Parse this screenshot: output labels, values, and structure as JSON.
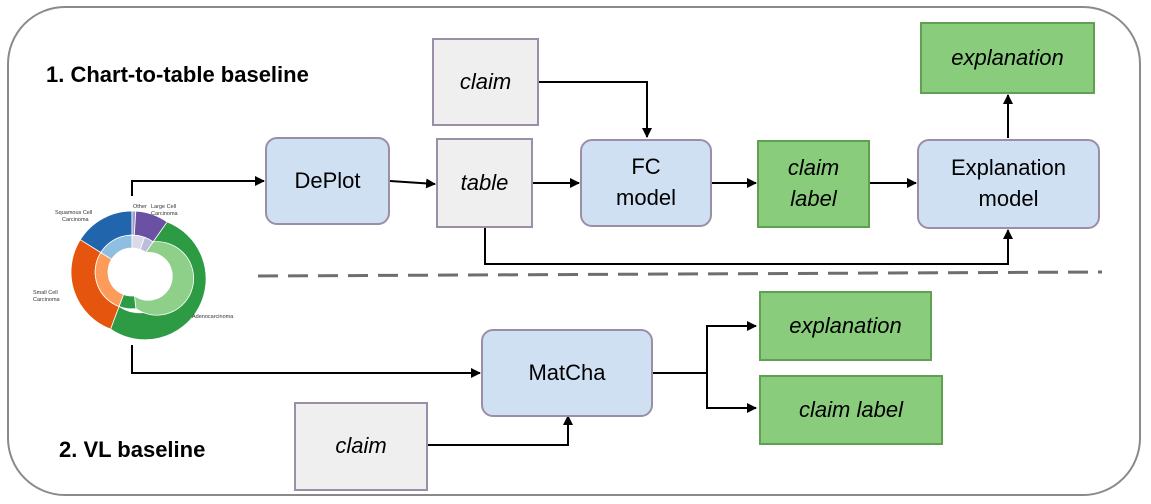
{
  "headings": {
    "chart_to_table": "1. Chart-to-table baseline",
    "vl": "2. VL baseline"
  },
  "pipeline1": {
    "claim": "claim",
    "deplot": "DePlot",
    "table": "table",
    "fc_model": [
      "FC",
      "model"
    ],
    "claim_label": [
      "claim",
      "label"
    ],
    "explanation_model": [
      "Explanation",
      "model"
    ],
    "explanation": "explanation"
  },
  "pipeline2": {
    "matcha": "MatCha",
    "claim": "claim",
    "explanation": "explanation",
    "claim_label": "claim label"
  },
  "input_chart": {
    "labels": {
      "other": "Other",
      "large_cell": [
        "Large Cell",
        "Carcinoma"
      ],
      "squamous": [
        "Squamous Cell",
        "Carcinoma"
      ],
      "small_cell": [
        "Small Cell",
        "Carcinoma"
      ],
      "adeno": "Adenocarcinoma"
    },
    "colors": {
      "purple": "#6a51a3",
      "purple_light": "#bcbddc",
      "blue": "#2166ac",
      "blue_light": "#8fbfe0",
      "red": "#e6550d",
      "orange_light": "#fd9c5a",
      "green": "#2d9a44",
      "green_light": "#8ecf8a"
    }
  }
}
